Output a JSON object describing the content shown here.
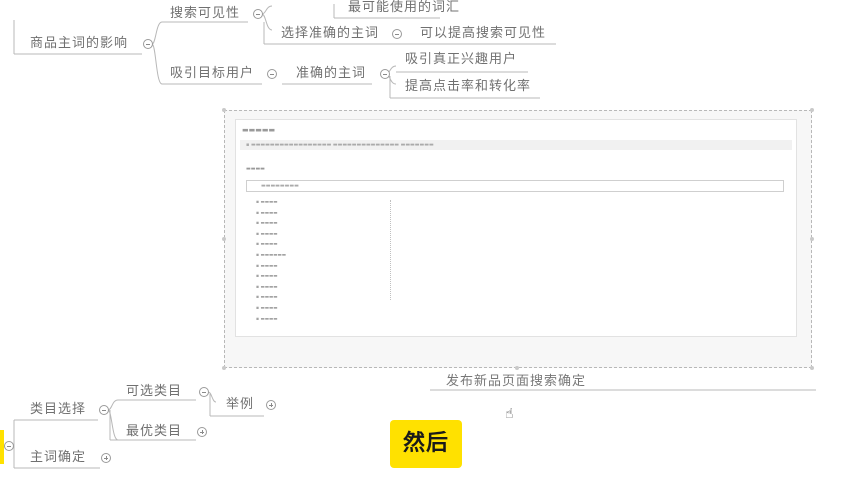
{
  "mindmap_top": {
    "root": "商品主词的影响",
    "branch1": "搜索可见性",
    "branch1_leaf_top": "最可能使用的词汇",
    "branch1_child": "选择准确的主词",
    "branch1_child_leaf": "可以提高搜索可见性",
    "branch2": "吸引目标用户",
    "branch2_child": "准确的主词",
    "branch2_leaf1": "吸引真正兴趣用户",
    "branch2_leaf2": "提高点击率和转化率"
  },
  "screenshot_caption": "发布新品页面搜索确定",
  "mindmap_bottom": {
    "category_select": "类目选择",
    "optional_category": "可选类目",
    "example": "举例",
    "best_category": "最优类目",
    "main_word_confirm": "主词确定"
  },
  "then_button": "然后",
  "colors": {
    "button_bg": "#ffe100",
    "line": "#b5b5b5",
    "text": "#707070"
  }
}
